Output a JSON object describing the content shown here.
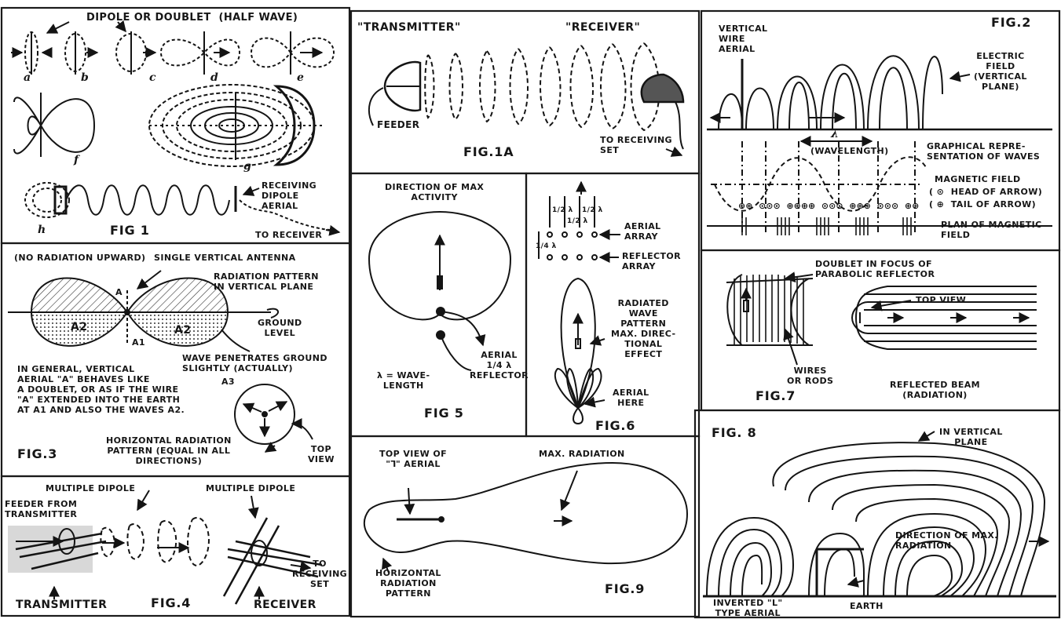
{
  "fig1": {
    "title": "DIPOLE OR DOUBLET  (HALF WAVE)",
    "sub_labels": [
      "a",
      "b",
      "c",
      "d",
      "e",
      "f",
      "g",
      "h"
    ],
    "receiving": "RECEIVING\nDIPOLE\nAERIAL",
    "to_receiver": "TO RECEIVER",
    "fig_label": "FIG 1"
  },
  "fig1a": {
    "transmitter": "\"TRANSMITTER\"",
    "receiver": "\"RECEIVER\"",
    "feeder": "FEEDER",
    "to_set": "TO RECEIVING\nSET",
    "fig_label": "FIG.1A"
  },
  "fig2": {
    "fig_label": "FIG.2",
    "vertical": "VERTICAL\nWIRE\nAERIAL",
    "electric": "ELECTRIC\nFIELD\n(VERTICAL\nPLANE)",
    "lambda": "λ",
    "wavelength": "(WAVELENGTH)",
    "graphical": "GRAPHICAL REPRE-\nSENTATION OF WAVES",
    "magnetic": "MAGNETIC FIELD",
    "head": "( ⊙  HEAD OF ARROW)",
    "tail": "( ⊕  TAIL OF ARROW)",
    "plan": "PLAN OF MAGNETIC\nFIELD",
    "symbols": "⊕⊕  ⊙⊙⊙  ⊕⊕⊕⊕  ⊙⊙⊙  ⊕⊕⊕  ⊙⊙⊙  ⊕⊕"
  },
  "fig3": {
    "no_radiation": "(NO RADIATION UPWARD)",
    "single": "SINGLE VERTICAL ANTENNA",
    "pattern": "RADIATION PATTERN\nIN VERTICAL PLANE",
    "ground": "GROUND\nLEVEL",
    "a": "A",
    "a1": "A1",
    "a2_left": "A2",
    "a2_right": "A2",
    "a3": "A3",
    "penetrates": "WAVE PENETRATES GROUND\nSLIGHTLY (ACTUALLY)",
    "general": "IN GENERAL, VERTICAL\nAERIAL \"A\" BEHAVES LIKE\nA DOUBLET, OR AS IF THE WIRE\n\"A\" EXTENDED INTO THE EARTH\nAT A1 AND ALSO THE WAVES A2.",
    "horizontal": "HORIZONTAL RADIATION\nPATTERN (EQUAL IN ALL\nDIRECTIONS)",
    "top_view": "TOP\nVIEW",
    "fig_label": "FIG.3"
  },
  "fig4": {
    "multi_left": "MULTIPLE DIPOLE",
    "multi_right": "MULTIPLE DIPOLE",
    "feeder": "FEEDER FROM\nTRANSMITTER",
    "to_set": "TO\nRECEIVING\nSET",
    "transmitter": "TRANSMITTER",
    "receiver": "RECEIVER",
    "fig_label": "FIG.4"
  },
  "fig5": {
    "direction": "DIRECTION OF MAX\nACTIVITY",
    "aerial": "AERIAL\n1/4 λ\nREFLECTOR",
    "lambda_def": "λ = WAVE-\nLENGTH",
    "fig_label": "FIG 5"
  },
  "fig6": {
    "halves": [
      "1/2 λ",
      "1/2 λ",
      "1/2 λ"
    ],
    "quarter": "1/4 λ",
    "aerial_array": "AERIAL\nARRAY",
    "reflector_array": "REFLECTOR\nARRAY",
    "radiated": "RADIATED\nWAVE\nPATTERN\nMAX. DIREC-\nTIONAL\nEFFECT",
    "aerial_here": "AERIAL\nHERE",
    "fig_label": "FIG.6"
  },
  "fig7": {
    "doublet": "DOUBLET IN FOCUS OF\nPARABOLIC REFLECTOR",
    "top_view": "TOP VIEW",
    "wires": "WIRES\nOR RODS",
    "beam": "REFLECTED BEAM\n(RADIATION)",
    "fig_label": "FIG.7"
  },
  "fig8": {
    "fig_label": "FIG. 8",
    "plane": "IN VERTICAL\nPLANE",
    "direction": "DIRECTION OF MAX.\nRADIATION",
    "inverted": "INVERTED \"L\"\nTYPE AERIAL",
    "earth": "EARTH"
  },
  "fig9": {
    "top_view": "TOP VIEW OF\n\"⅂\" AERIAL",
    "max": "MAX. RADIATION",
    "horizontal": "HORIZONTAL\nRADIATION\nPATTERN",
    "fig_label": "FIG.9"
  }
}
